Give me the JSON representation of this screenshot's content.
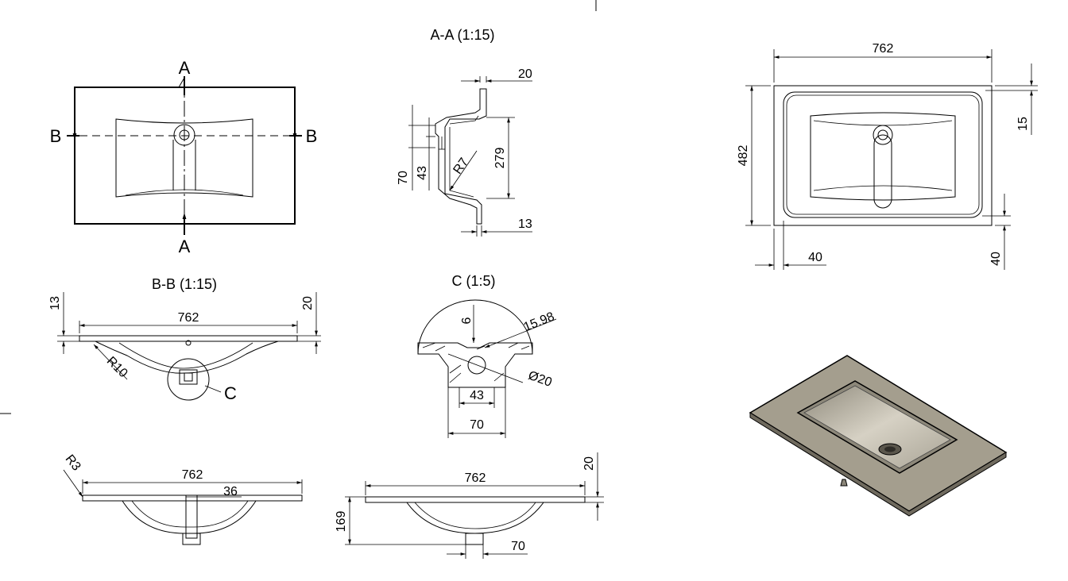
{
  "views": {
    "top": {
      "section_a_top": "A",
      "section_a_bottom": "A",
      "section_b_left": "B",
      "section_b_right": "B"
    },
    "section_aa": {
      "title": "A-A (1:15)",
      "dim_top": "20",
      "dim_bottom": "13",
      "dim_depth": "279",
      "dim_70": "70",
      "dim_43": "43",
      "dim_r7": "R7"
    },
    "section_bb": {
      "title": "B-B (1:15)",
      "dim_width": "762",
      "dim_left_13": "13",
      "dim_right_20": "20",
      "dim_r10": "R10",
      "detail_label": "C"
    },
    "detail_c": {
      "title": "C (1:5)",
      "dim_6": "6",
      "dim_15_98": "15.98",
      "dim_diameter": "Ø20",
      "dim_43": "43",
      "dim_70": "70"
    },
    "front_left": {
      "dim_r3": "R3",
      "dim_width": "762",
      "dim_36": "36"
    },
    "front_right": {
      "dim_width": "762",
      "dim_20": "20",
      "dim_169": "169",
      "dim_70": "70"
    },
    "plan_right": {
      "dim_width": "762",
      "dim_height": "482",
      "dim_15": "15",
      "dim_40_left": "40",
      "dim_40_right": "40"
    }
  },
  "colors": {
    "line": "#000000",
    "basin_fill": "#a49e8e",
    "basin_dark": "#6f6a5e",
    "basin_bowl": "#c7c2b4"
  }
}
